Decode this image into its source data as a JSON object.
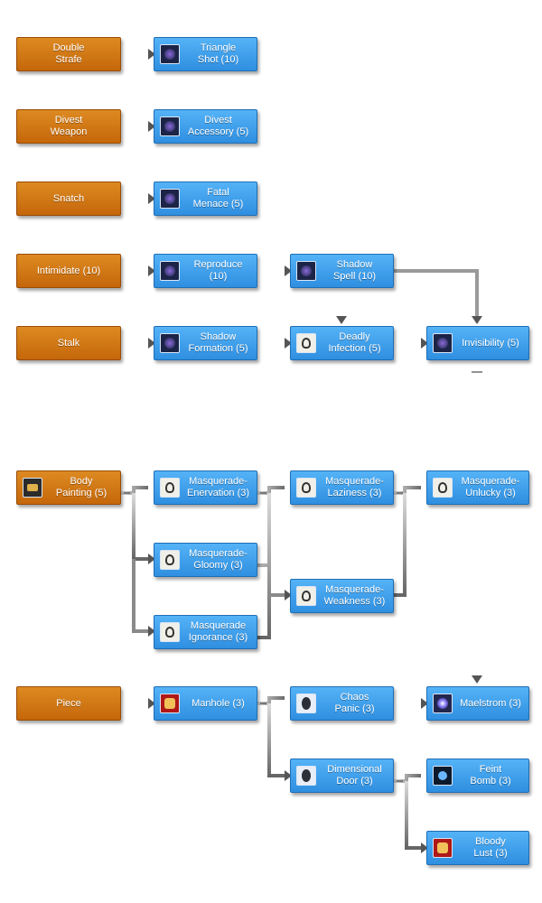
{
  "nodes": [
    {
      "id": "double-strafe",
      "label": "Double\nStrafe"
    },
    {
      "id": "triangle-shot",
      "label": "Triangle\nShot (10)",
      "icon": "crossbow-icon"
    },
    {
      "id": "divest-weapon",
      "label": "Divest\nWeapon"
    },
    {
      "id": "divest-accessory",
      "label": "Divest\nAccessory (5)",
      "icon": "hand-icon"
    },
    {
      "id": "snatch",
      "label": "Snatch"
    },
    {
      "id": "fatal-menace",
      "label": "Fatal\nMenace (5)",
      "icon": "menace-icon"
    },
    {
      "id": "intimidate",
      "label": "Intimidate (10)"
    },
    {
      "id": "reproduce",
      "label": "Reproduce\n(10)",
      "icon": "reproduce-icon"
    },
    {
      "id": "shadow-spell",
      "label": "Shadow\nSpell (10)",
      "icon": "shadow-spell-icon"
    },
    {
      "id": "stalk",
      "label": "Stalk"
    },
    {
      "id": "shadow-formation",
      "label": "Shadow\nFormation (5)",
      "icon": "shadow-icon"
    },
    {
      "id": "deadly-infection",
      "label": "Deadly\nInfection (5)",
      "icon": "skull-icon"
    },
    {
      "id": "invisibility",
      "label": "Invisibility (5)",
      "icon": "invisibility-icon"
    },
    {
      "id": "body-painting",
      "label": "Body\nPainting (5)",
      "icon": "paint-icon"
    },
    {
      "id": "masq-enervation",
      "label": "Masquerade-\nEnervation (3)",
      "icon": "mask-icon"
    },
    {
      "id": "masq-laziness",
      "label": "Masquerade-\nLaziness (3)",
      "icon": "mask-icon"
    },
    {
      "id": "masq-unlucky",
      "label": "Masquerade-\nUnlucky (3)",
      "icon": "mask-icon"
    },
    {
      "id": "masq-gloomy",
      "label": "Masquerade-\nGloomy (3)",
      "icon": "mask-icon"
    },
    {
      "id": "masq-weakness",
      "label": "Masquerade-\nWeakness (3)",
      "icon": "mask-icon"
    },
    {
      "id": "masq-ignorance",
      "label": "Masquerade\nIgnorance (3)",
      "icon": "mask-icon"
    },
    {
      "id": "piece",
      "label": "Piece"
    },
    {
      "id": "manhole",
      "label": "Manhole (3)",
      "icon": "manhole-icon"
    },
    {
      "id": "chaos-panic",
      "label": "Chaos\nPanic (3)",
      "icon": "chaos-icon"
    },
    {
      "id": "maelstrom",
      "label": "Maelstrom (3)",
      "icon": "maelstrom-icon"
    },
    {
      "id": "dimensional-door",
      "label": "Dimensional\nDoor (3)",
      "icon": "door-icon"
    },
    {
      "id": "feint-bomb",
      "label": "Feint\nBomb (3)",
      "icon": "bomb-icon"
    },
    {
      "id": "bloody-lust",
      "label": "Bloody\nLust (3)",
      "icon": "lust-icon"
    }
  ],
  "edges": [
    [
      "double-strafe",
      "triangle-shot"
    ],
    [
      "divest-weapon",
      "divest-accessory"
    ],
    [
      "snatch",
      "fatal-menace"
    ],
    [
      "intimidate",
      "reproduce"
    ],
    [
      "reproduce",
      "shadow-spell"
    ],
    [
      "shadow-spell",
      "invisibility"
    ],
    [
      "shadow-spell",
      "deadly-infection"
    ],
    [
      "stalk",
      "shadow-formation"
    ],
    [
      "shadow-formation",
      "deadly-infection"
    ],
    [
      "deadly-infection",
      "invisibility"
    ],
    [
      "invisibility",
      "maelstrom"
    ],
    [
      "body-painting",
      "masq-enervation"
    ],
    [
      "body-painting",
      "masq-gloomy"
    ],
    [
      "body-painting",
      "masq-ignorance"
    ],
    [
      "masq-enervation",
      "masq-laziness"
    ],
    [
      "masq-enervation",
      "masq-weakness"
    ],
    [
      "masq-gloomy",
      "masq-weakness"
    ],
    [
      "masq-ignorance",
      "masq-weakness"
    ],
    [
      "masq-laziness",
      "masq-unlucky"
    ],
    [
      "masq-weakness",
      "masq-unlucky"
    ],
    [
      "piece",
      "manhole"
    ],
    [
      "manhole",
      "chaos-panic"
    ],
    [
      "manhole",
      "dimensional-door"
    ],
    [
      "chaos-panic",
      "maelstrom"
    ],
    [
      "dimensional-door",
      "feint-bomb"
    ],
    [
      "dimensional-door",
      "bloody-lust"
    ]
  ]
}
